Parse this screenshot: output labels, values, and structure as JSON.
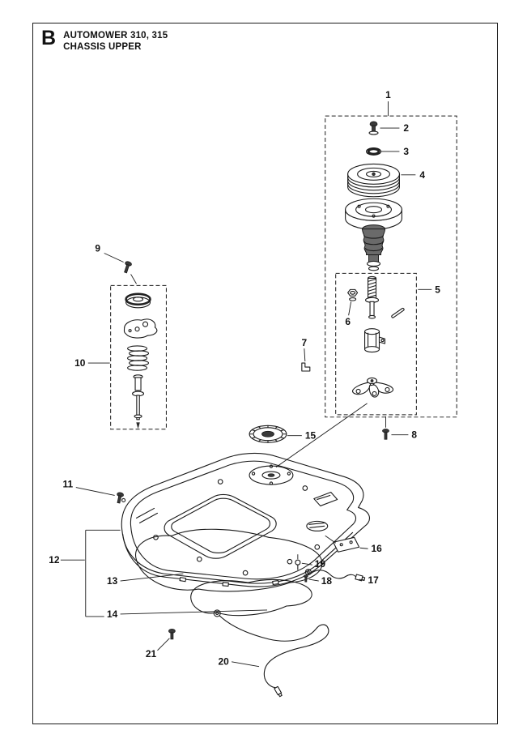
{
  "header": {
    "section_letter": "B",
    "title_line1": "AUTOMOWER 310, 315",
    "title_line2": "CHASSIS UPPER"
  },
  "callouts": {
    "c1": "1",
    "c2": "2",
    "c3": "3",
    "c4": "4",
    "c5": "5",
    "c6": "6",
    "c7": "7",
    "c8": "8",
    "c9": "9",
    "c10": "10",
    "c11": "11",
    "c12": "12",
    "c13": "13",
    "c14": "14",
    "c15": "15",
    "c16": "16",
    "c17": "17",
    "c18": "18",
    "c19": "19",
    "c20": "20",
    "c21": "21"
  }
}
